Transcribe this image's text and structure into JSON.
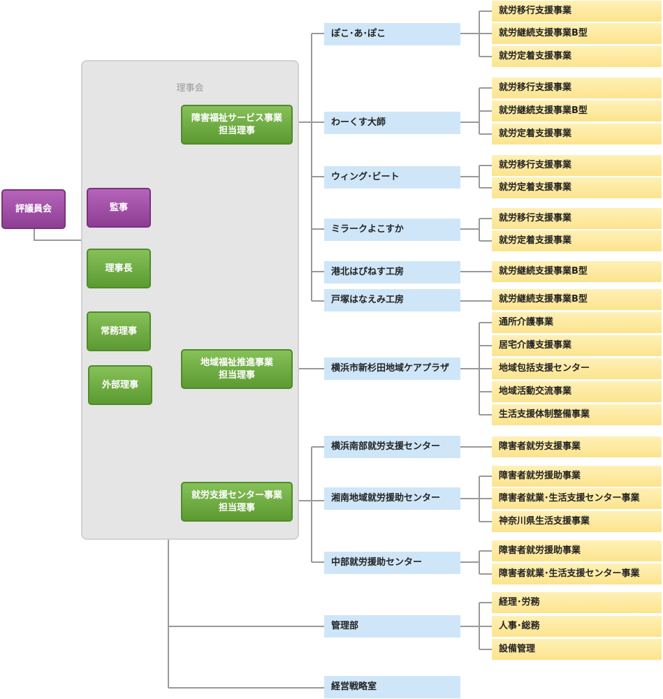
{
  "council": "評議員会",
  "auditor": "監事",
  "board_title": "理事会",
  "chairman": "理事長",
  "executive_director": "常務理事",
  "external_director": "外部理事",
  "directors": {
    "welfare": "障害福祉サービス事業\n担当理事",
    "community": "地域福祉推進事業\n担当理事",
    "employment": "就労支援センター事業\n担当理事"
  },
  "facilities": [
    {
      "name": "ぽこ･あ･ぽこ",
      "services": [
        "就労移行支援事業",
        "就労継続支援事業B型",
        "就労定着支援事業"
      ]
    },
    {
      "name": "わーくす大師",
      "services": [
        "就労移行支援事業",
        "就労継続支援事業B型",
        "就労定着支援事業"
      ]
    },
    {
      "name": "ウィング･ビート",
      "services": [
        "就労移行支援事業",
        "就労定着支援事業"
      ]
    },
    {
      "name": "ミラークよこすか",
      "services": [
        "就労移行支援事業",
        "就労定着支援事業"
      ]
    },
    {
      "name": "港北はぴねす工房",
      "services": [
        "就労継続支援事業B型"
      ]
    },
    {
      "name": "戸塚はなえみ工房",
      "services": [
        "就労継続支援事業B型"
      ]
    },
    {
      "name": "横浜市新杉田地域ケアプラザ",
      "services": [
        "通所介護事業",
        "居宅介護支援事業",
        "地域包括支援センター",
        "地域活動交流事業",
        "生活支援体制整備事業"
      ]
    },
    {
      "name": "横浜南部就労支援センター",
      "services": [
        "障害者就労支援事業"
      ]
    },
    {
      "name": "湘南地域就労援助センター",
      "services": [
        "障害者就労援助事業",
        "障害者就業･生活支援センター事業",
        "神奈川県生活支援事業"
      ]
    },
    {
      "name": "中部就労援助センター",
      "services": [
        "障害者就労援助事業",
        "障害者就業･生活支援センター事業"
      ]
    },
    {
      "name": "管理部",
      "services": [
        "経理･労務",
        "人事･総務",
        "設備管理"
      ]
    },
    {
      "name": "経営戦略室",
      "services": []
    }
  ]
}
